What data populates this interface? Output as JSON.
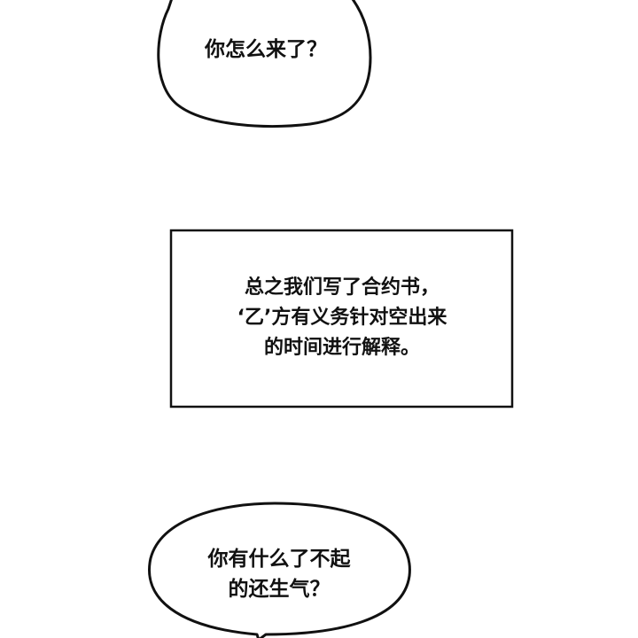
{
  "panels": {
    "bubble_top": {
      "lines": [
        "你怎么来了？"
      ]
    },
    "narration_box": {
      "lines": [
        "总之我们写了合约书，",
        "‘乙’方有义务针对空出来",
        "的时间进行解释。"
      ]
    },
    "bubble_bottom": {
      "lines": [
        "你有什么了不起",
        "的还生气？"
      ]
    }
  },
  "colors": {
    "ink": "#111111",
    "paper": "#ffffff"
  }
}
